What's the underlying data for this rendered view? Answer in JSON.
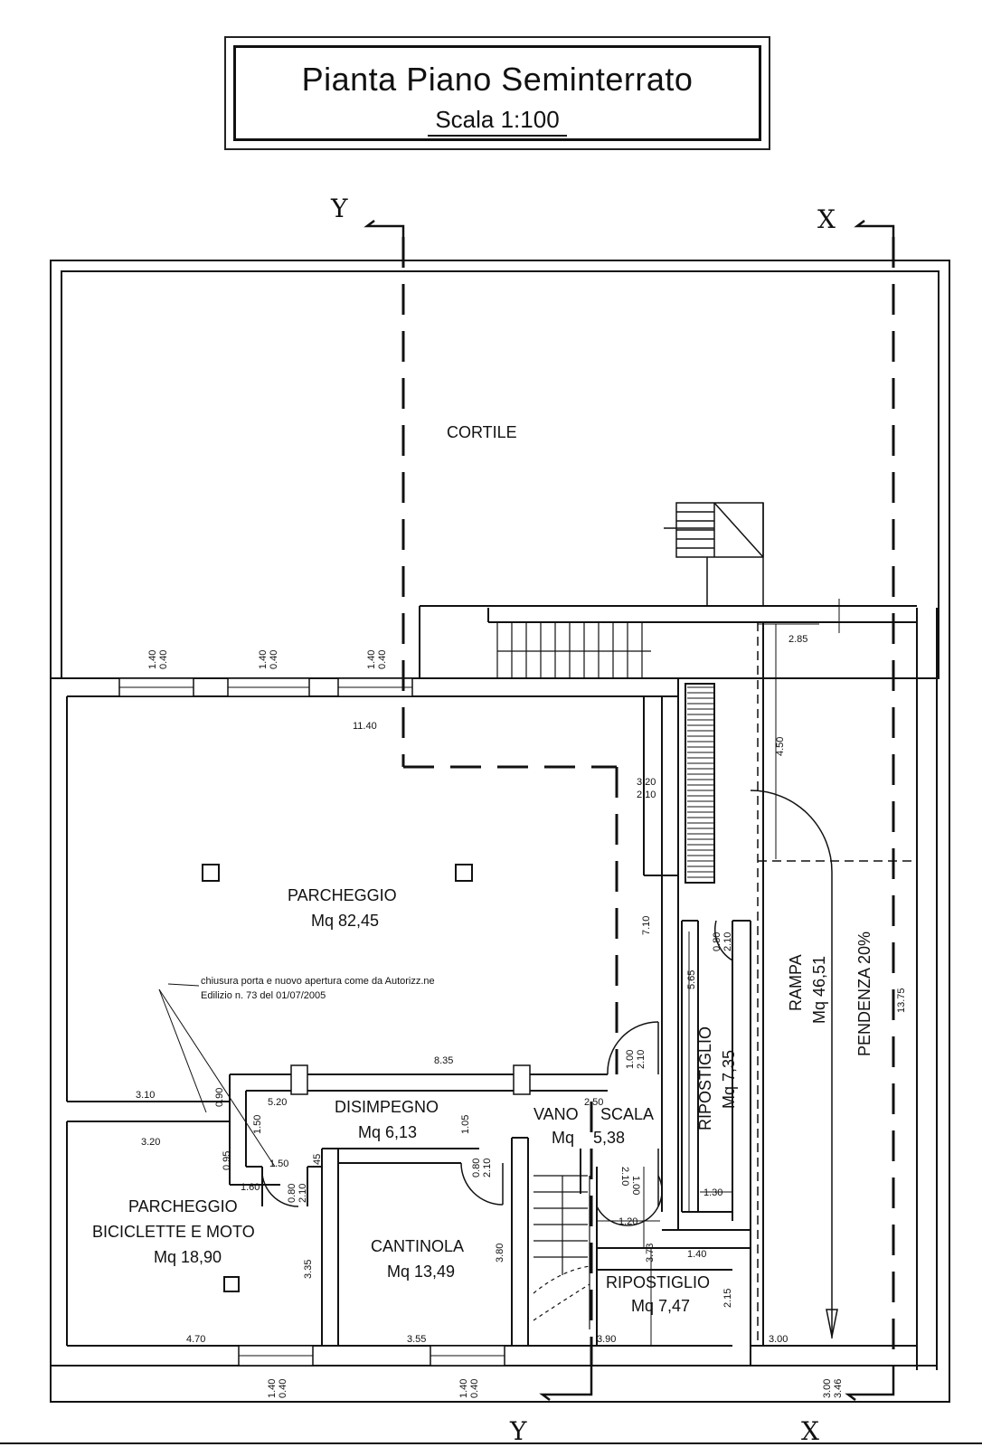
{
  "title": {
    "main": "Pianta Piano Seminterrato",
    "scale": "Scala 1:100"
  },
  "sections": {
    "y_top": "Y",
    "x_top": "X",
    "y_bottom": "Y",
    "x_bottom": "X"
  },
  "rooms": {
    "cortile": "CORTILE",
    "parcheggio": {
      "name": "PARCHEGGIO",
      "area": "Mq 82,45"
    },
    "disimpegno": {
      "name": "DISIMPEGNO",
      "area": "Mq 6,13"
    },
    "vano_scala": {
      "name_a": "VANO",
      "name_b": "SCALA",
      "area_a": "Mq",
      "area_b": "5,38"
    },
    "ripostiglio_1": {
      "name": "RIPOSTIGLIO",
      "area": "Mq 7,35"
    },
    "rampa": {
      "name": "RAMPA",
      "area": "Mq 46,51",
      "slope": "PENDENZA 20%"
    },
    "parcheggio_bici": {
      "line1": "PARCHEGGIO",
      "line2": "BICICLETTE E MOTO",
      "area": "Mq 18,90"
    },
    "cantinola": {
      "name": "CANTINOLA",
      "area": "Mq 13,49"
    },
    "ripostiglio_2": {
      "name": "RIPOSTIGLIO",
      "area": "Mq 7,47"
    }
  },
  "note": {
    "line1": "chiusura porta e nuovo apertura come da Autorizz.ne",
    "line2": "Edilizio n. 73 del 01/07/2005"
  },
  "dimensions": {
    "win_top_1a": "1.40",
    "win_top_1b": "0.40",
    "win_top_2a": "1.40",
    "win_top_2b": "0.40",
    "win_top_3a": "1.40",
    "win_top_3b": "0.40",
    "d_1140": "11.40",
    "d_320_a": "3.20",
    "d_210_a": "2.10",
    "d_710": "7.10",
    "d_285": "2.85",
    "d_450": "4.50",
    "d_080_a": "0.80",
    "d_210_b": "2.10",
    "d_565": "5.65",
    "d_1375": "13.75",
    "d_835": "8.35",
    "d_100_a": "1.00",
    "d_210_c": "2.10",
    "d_310": "3.10",
    "d_090": "0.90",
    "d_520": "5.20",
    "d_105": "1.05",
    "d_250": "2.50",
    "d_130": "1.30",
    "d_320_b": "3.20",
    "d_095": "0.95",
    "d_150_a": "1.50",
    "d_150_b": "1.50",
    "d_045": "45",
    "d_080_b": "0.80",
    "d_210_d": "2.10",
    "d_080_c": "0.80",
    "d_210_e": "2.10",
    "d_160": "1.60",
    "d_210_f": "2.10",
    "d_100_b": "1.00",
    "d_120": "1.20",
    "d_373": "3.73",
    "d_140": "1.40",
    "d_335": "3.35",
    "d_380": "3.80",
    "d_215": "2.15",
    "d_470": "4.70",
    "d_355": "3.55",
    "d_390": "3.90",
    "d_300": "3.00",
    "win_bot_1a": "1.40",
    "win_bot_1b": "0.40",
    "win_bot_2a": "1.40",
    "win_bot_2b": "0.40",
    "d_300_b": "3.00",
    "d_346": "3.46"
  }
}
